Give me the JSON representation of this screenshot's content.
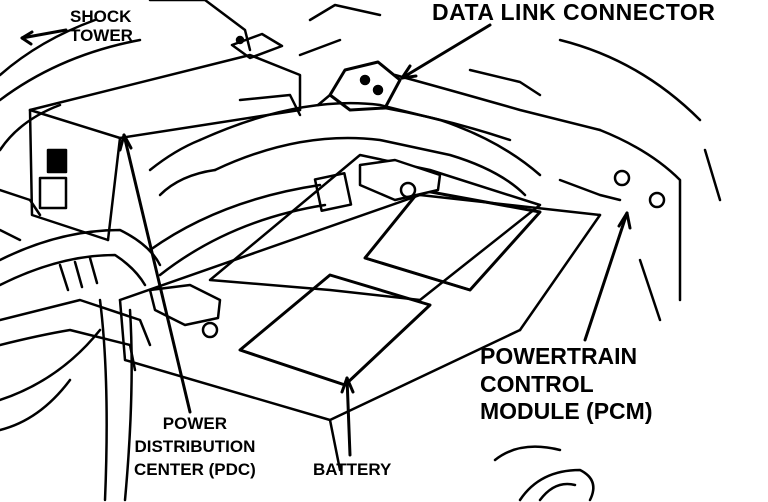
{
  "labels": {
    "shock_tower": [
      "SHOCK",
      "TOWER"
    ],
    "data_link_connector": "DATA LINK CONNECTOR",
    "pcm": [
      "POWERTRAIN",
      "CONTROL",
      "MODULE (PCM)"
    ],
    "pdc": [
      "POWER",
      "DISTRIBUTION",
      "CENTER (PDC)"
    ],
    "battery": "BATTERY"
  },
  "colors": {
    "ink": "#000000",
    "paper": "#ffffff"
  }
}
